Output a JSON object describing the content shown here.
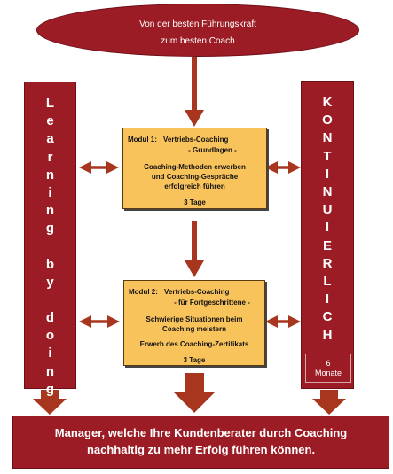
{
  "header": {
    "line1": "Von der besten Führungskraft",
    "line2": "zum besten Coach"
  },
  "left_column": {
    "words": [
      "Learning",
      "by",
      "doing"
    ]
  },
  "right_column": {
    "word": "KONTINUIERLICH",
    "duration_number": "6",
    "duration_unit": "Monate"
  },
  "modules": [
    {
      "number": "Modul 1:",
      "title": "Vertriebs-Coaching",
      "subtitle": "- Grundlagen -",
      "lines": [
        "Coaching-Methoden erwerben",
        "und Coaching-Gespräche",
        "erfolgreich führen"
      ],
      "extra": "",
      "duration": "3 Tage"
    },
    {
      "number": "Modul 2:",
      "title": "Vertriebs-Coaching",
      "subtitle": "- für Fortgeschrittene -",
      "lines": [
        "Schwierige Situationen beim",
        "Coaching meistern"
      ],
      "extra": "Erwerb des Coaching-Zertifikats",
      "duration": "3 Tage"
    }
  ],
  "result": {
    "line1": "Manager, welche Ihre Kundenberater durch Coaching",
    "line2": "nachhaltig zu mehr Erfolg führen können."
  },
  "colors": {
    "dark_red": "#9b1c24",
    "arrow_brown": "#a8361f",
    "module_fill": "#f9c35c"
  }
}
